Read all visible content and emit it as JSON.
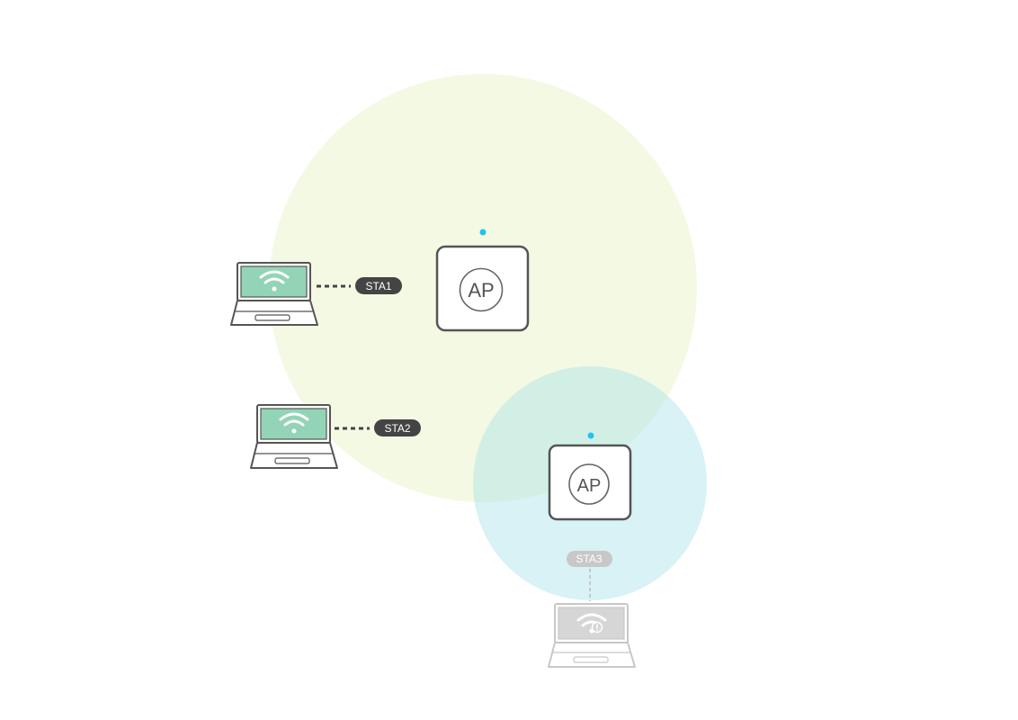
{
  "colors": {
    "coverage_large": "#f4f9e4",
    "coverage_small": "#cfeef0",
    "indicator_dot": "#1ec4f0",
    "device_outline": "#555555",
    "screen_fill": "#94d4b6",
    "label_bg": "#444444",
    "disconnected_gray": "#c8c8c8"
  },
  "access_points": [
    {
      "label": "AP"
    },
    {
      "label": "AP"
    }
  ],
  "stations": [
    {
      "label": "STA1",
      "connected": true
    },
    {
      "label": "STA2",
      "connected": true
    },
    {
      "label": "STA3",
      "connected": false
    }
  ]
}
